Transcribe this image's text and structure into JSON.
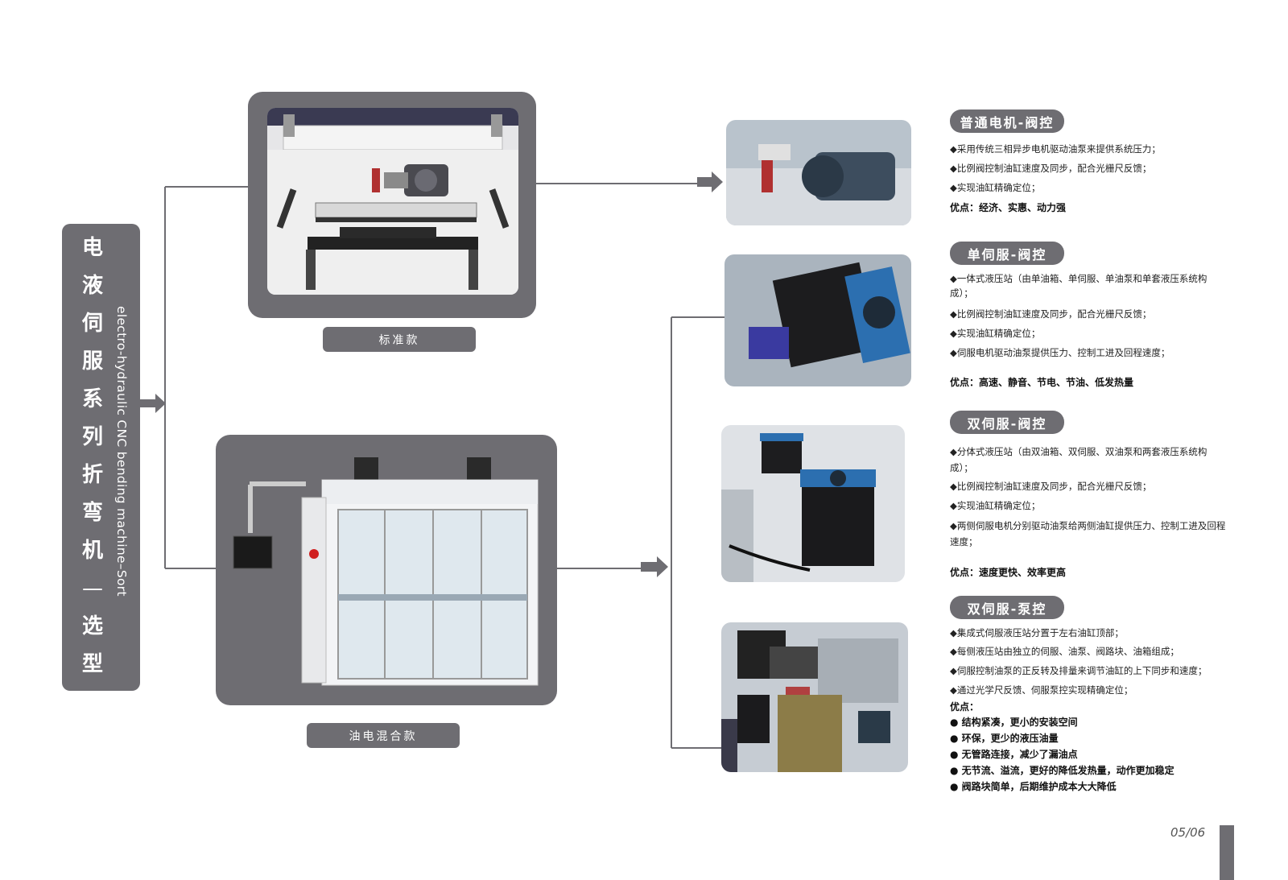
{
  "title": {
    "cn_chars": [
      "电",
      "液",
      "伺",
      "服",
      "系",
      "列",
      "折",
      "弯",
      "机",
      "—",
      "选",
      "型"
    ],
    "en": "electro-hydraulic CNC bending machine–Sort"
  },
  "models": {
    "standard": {
      "caption": "标准款"
    },
    "hybrid": {
      "caption": "油电混合款"
    }
  },
  "sections": [
    {
      "title": "普通电机-阀控",
      "lines": [
        "◆采用传统三相异步电机驱动油泵来提供系统压力；",
        "◆比例阀控制油缸速度及同步，配合光栅尺反馈；",
        "◆实现油缸精确定位；"
      ],
      "advantage": "优点：经济、实惠、动力强"
    },
    {
      "title": "单伺服-阀控",
      "lines": [
        "◆一体式液压站（由单油箱、单伺服、单油泵和单套液压系统构成）；",
        "◆比例阀控制油缸速度及同步，配合光栅尺反馈；",
        "◆实现油缸精确定位；",
        "◆伺服电机驱动油泵提供压力、控制工进及回程速度；"
      ],
      "advantage": "优点：高速、静音、节电、节油、低发热量"
    },
    {
      "title": "双伺服-阀控",
      "lines": [
        "◆分体式液压站（由双油箱、双伺服、双油泵和两套液压系统构成）；",
        "◆比例阀控制油缸速度及同步，配合光栅尺反馈；",
        "◆实现油缸精确定位；",
        "◆两侧伺服电机分别驱动油泵给两侧油缸提供压力、控制工进及回程速度；"
      ],
      "advantage": "优点：速度更快、效率更高"
    },
    {
      "title": "双伺服-泵控",
      "lines": [
        "◆集成式伺服液压站分置于左右油缸顶部；",
        "◆每侧液压站由独立的伺服、油泵、阀路块、油箱组成；",
        "◆伺服控制油泵的正反转及排量来调节油缸的上下同步和速度；",
        "◆通过光学尺反馈、伺服泵控实现精确定位；"
      ],
      "advantage": "优点：",
      "bullets": [
        "●  结构紧凑，更小的安装空间",
        "●  环保，更少的液压油量",
        "●  无管路连接，减少了漏油点",
        "●   无节流、溢流，更好的降低发热量，动作更加稳定",
        "●  阀路块简单，后期维护成本大大降低"
      ]
    }
  ],
  "page": "05/06"
}
